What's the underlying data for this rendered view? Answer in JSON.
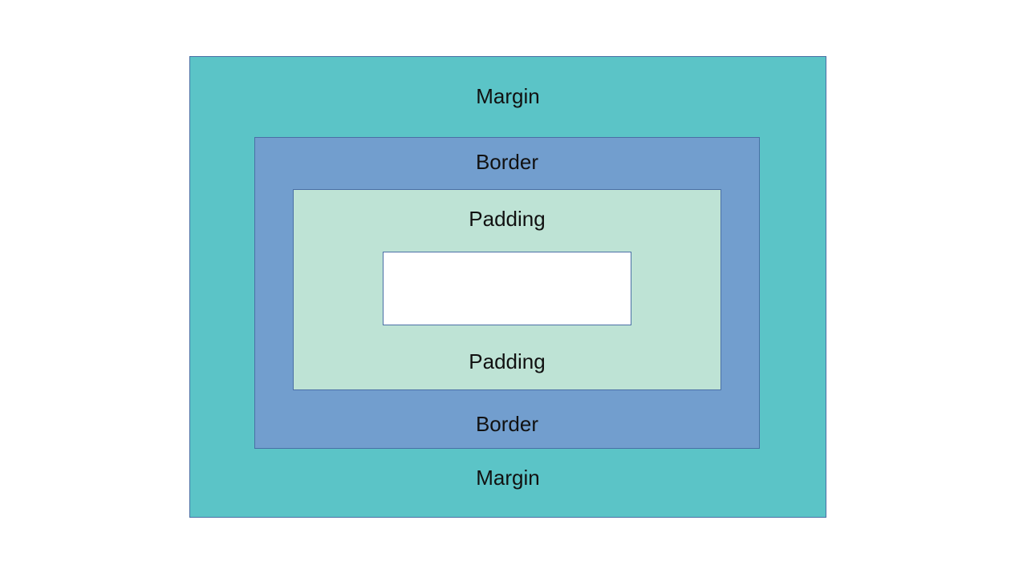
{
  "diagram": {
    "margin": {
      "label_top": "Margin",
      "label_bottom": "Margin",
      "color": "#5bc4c7"
    },
    "border": {
      "label_top": "Border",
      "label_bottom": "Border",
      "color": "#729ece"
    },
    "padding": {
      "label_top": "Padding",
      "label_bottom": "Padding",
      "color": "#bee3d5"
    },
    "content": {
      "color": "#ffffff"
    }
  }
}
